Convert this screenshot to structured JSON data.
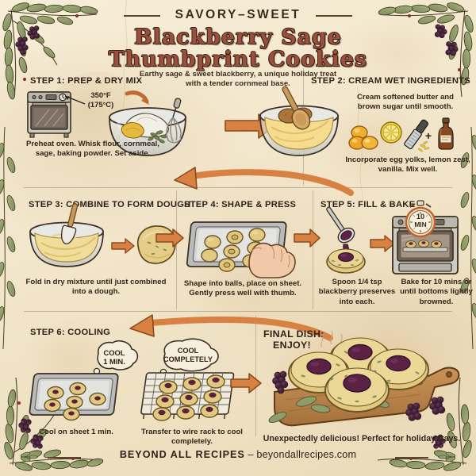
{
  "header": {
    "kicker": "SAVORY–SWEET",
    "title_line1": "Blackberry Sage",
    "title_line2": "Thumbprint Cookies",
    "subtitle": "Earthy sage & sweet blackberry, a unique holiday treat with a tender cornmeal base."
  },
  "colors": {
    "paper": "#f3e7cd",
    "title_red": "#9d4f3e",
    "ink": "#2f2118",
    "arrow_orange": "#d2763f",
    "sage_green": "#8d9c6a",
    "berry_purple": "#5b2c47"
  },
  "steps": [
    {
      "id": "step-1",
      "heading": "STEP 1: PREP & DRY MIX",
      "oven_temp": "350°F",
      "oven_temp_metric": "(175°C)",
      "caption": "Preheat oven. Whisk flour, cornmeal, sage, baking powder. Set aside."
    },
    {
      "id": "step-2",
      "heading": "STEP 2: CREAM WET INGREDIENTS",
      "caption_top": "Cream softened butter and brown sugar until smooth.",
      "plus_symbol": "+",
      "caption_bottom": "Incorporate egg yolks, lemon zest, vanilla. Mix well."
    },
    {
      "id": "step-3",
      "heading": "STEP 3: COMBINE TO FORM DOUGH",
      "caption": "Fold in dry mixture until just combined into a dough."
    },
    {
      "id": "step-4",
      "heading": "STEP 4: SHAPE & PRESS",
      "caption": "Shape into balls, place on sheet. Gently press well with thumb."
    },
    {
      "id": "step-5",
      "heading": "STEP 5: FILL & BAKE",
      "timer_value": "10",
      "timer_unit": "MIN",
      "caption_left": "Spoon 1/4 tsp blackberry preserves into each.",
      "caption_right": "Bake for 10 mins or until bottoms lightly browned."
    },
    {
      "id": "step-6",
      "heading": "STEP 6: COOLING",
      "bubble_left_line1": "COOL",
      "bubble_left_line2": "1 MIN.",
      "bubble_right_line1": "COOL",
      "bubble_right_line2": "COMPLETELY",
      "caption_left": "Cool on sheet 1 min.",
      "caption_right": "Transfer to wire rack to cool completely."
    }
  ],
  "final": {
    "heading_line1": "FINAL DISH:",
    "heading_line2": "ENJOY!",
    "caption": "Unexpectedly delicious! Perfect for holiday trays."
  },
  "footer": {
    "brand": "BEYOND ALL RECIPES",
    "separator": "–",
    "site": "beyondallrecipes.com"
  }
}
